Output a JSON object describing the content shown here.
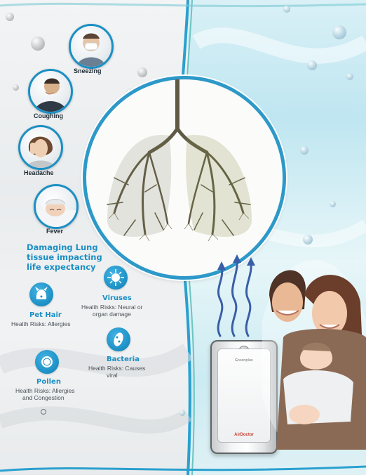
{
  "symptoms": [
    {
      "label": "Sneezing",
      "icon": "sneezing-person-photo"
    },
    {
      "label": "Coughing",
      "icon": "coughing-person-photo"
    },
    {
      "label": "Headache",
      "icon": "headache-person-photo"
    },
    {
      "label": "Fever",
      "icon": "fever-child-photo"
    }
  ],
  "headline": {
    "line1": "Damaging Lung",
    "line2": "tissue impacting",
    "line3": "life expectancy"
  },
  "risks": {
    "pet_hair": {
      "title": "Pet Hair",
      "desc1": "Health Risks: Allergies",
      "icon": "dog-icon"
    },
    "viruses": {
      "title": "Viruses",
      "desc1": "Health Risks: Neural or",
      "desc2": "organ damage",
      "icon": "virus-icon"
    },
    "bacteria": {
      "title": "Bacteria",
      "desc1": "Health Risks: Causes",
      "desc2": "viral",
      "icon": "bacteria-icon"
    },
    "pollen": {
      "title": "Pollen",
      "desc1": "Health Risks: Allergies",
      "desc2": "and Congestion",
      "icon": "pollen-icon"
    }
  },
  "purifier": {
    "brand": "Greenplus",
    "logo": "AirDoctor"
  },
  "colors": {
    "accent": "#1b8fc4",
    "lung_ring": "#2d99c9",
    "airflow": "#3a5fa8"
  }
}
